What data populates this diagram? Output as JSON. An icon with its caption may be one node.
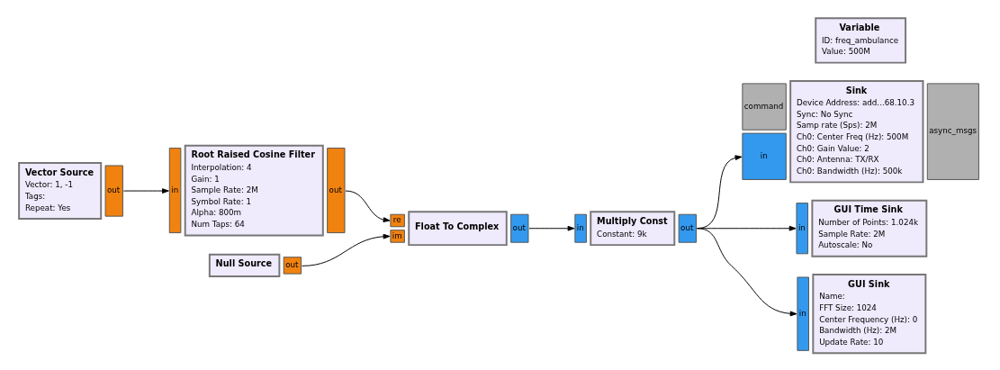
{
  "diagram": {
    "nodes": [
      {
        "text": [
          "Variable",
          "ID: freq_ambulance",
          "Value: 500M"
        ]
      },
      {
        "text": [
          "Vector Source",
          "Vector: 1, -1",
          "Tags:",
          "Repeat: Yes"
        ],
        "beside": [
          "out"
        ]
      },
      {
        "text": [
          "Root Raised Cosine Filter",
          "Interpolation: 4",
          "Gain: 1",
          "Sample Rate: 2M",
          "Symbol Rate: 1",
          "Alpha: 800m",
          "Num Taps: 64"
        ],
        "beside": [
          "in",
          "out"
        ]
      },
      {
        "text": [
          "Null Source"
        ],
        "beside": [
          "out"
        ]
      },
      {
        "text": [
          "Float To Complex"
        ],
        "beside": [
          "re",
          "im",
          "out"
        ]
      },
      {
        "text": [
          "Multiply Const",
          "Constant: 9k"
        ],
        "beside": [
          "in",
          "out"
        ]
      },
      {
        "text": [
          "Sink",
          "Device Address: add...68.10.3",
          "Sync: No Sync",
          "Samp rate (Sps): 2M",
          "Ch0: Center Freq (Hz): 500M",
          "Ch0: Gain Value: 2",
          "Ch0: Antenna: TX/RX",
          "Ch0: Bandwidth (Hz): 500k"
        ],
        "beside": [
          "command",
          "in",
          "async_msgs"
        ]
      },
      {
        "text": [
          "GUI Time Sink",
          "Number of Points: 1.024k",
          "Sample Rate: 2M",
          "Autoscale: No"
        ],
        "beside": [
          "in"
        ]
      },
      {
        "text": [
          "GUI Sink",
          "Name:",
          "FFT Size: 1024",
          "Center Frequency (Hz): 0",
          "Bandwidth (Hz): 2M",
          "Update Rate: 10"
        ],
        "beside": [
          "in"
        ]
      }
    ],
    "edges": [
      {
        "from": 1,
        "to": 2,
        "arrow": "to"
      },
      {
        "from": 2,
        "to": 4,
        "arrow": "to"
      },
      {
        "from": 3,
        "to": 4,
        "arrow": "to"
      },
      {
        "from": 4,
        "to": 5,
        "arrow": "to"
      },
      {
        "from": 5,
        "to": 6,
        "arrow": "to"
      },
      {
        "from": 5,
        "to": 7,
        "arrow": "to"
      },
      {
        "from": 5,
        "to": 8,
        "arrow": "to"
      }
    ]
  }
}
